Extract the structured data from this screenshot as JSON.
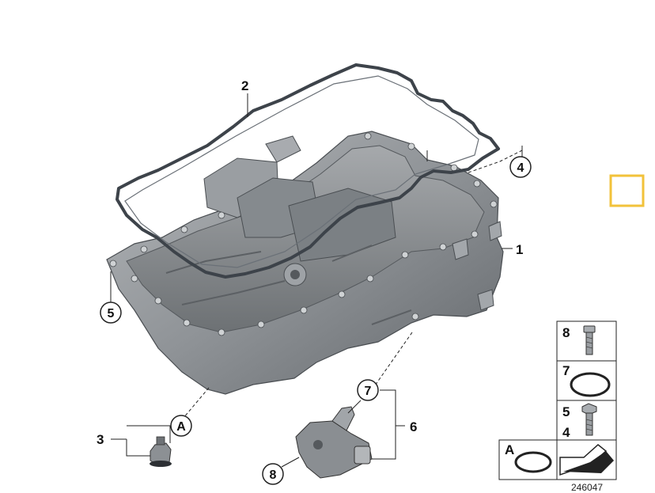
{
  "diagram_id": "246047",
  "callouts": {
    "c1": "1",
    "c2": "2",
    "c3": "3",
    "c4": "4",
    "c5": "5",
    "c6": "6",
    "c7": "7",
    "c8": "8",
    "cA": "A"
  },
  "legend": {
    "row8": "8",
    "row7": "7",
    "row5": "5",
    "row4": "4",
    "rowA": "A"
  },
  "colors": {
    "pan_body": "#8f9397",
    "pan_dark": "#5f6367",
    "pan_light": "#b9bcbf",
    "gasket": "#3d434a",
    "marker": "#f2c23a",
    "line": "#222222"
  },
  "icons": [
    "pan-shape",
    "gasket-shape",
    "bolt-icon",
    "o-ring-icon",
    "sensor-shape",
    "plug-shape",
    "arrow-icon"
  ]
}
